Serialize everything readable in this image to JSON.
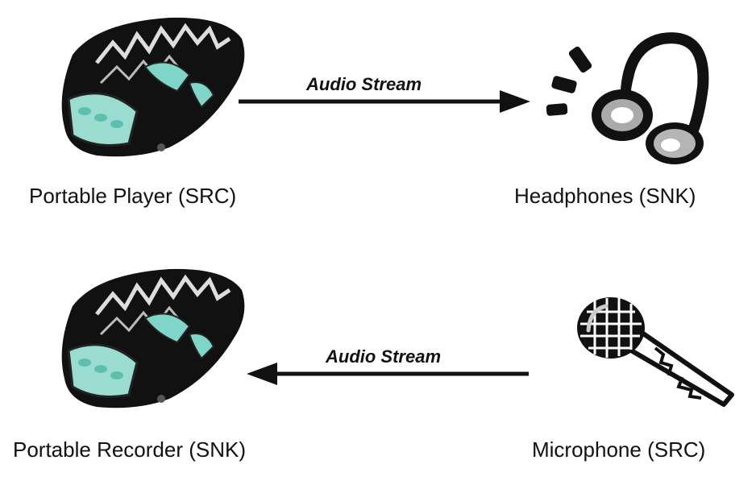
{
  "diagram": {
    "top_row": {
      "source_label": "Portable Player (SRC)",
      "sink_label": "Headphones (SNK)",
      "stream_label": "Audio Stream",
      "direction": "left-to-right"
    },
    "bottom_row": {
      "sink_label": "Portable Recorder (SNK)",
      "source_label": "Microphone (SRC)",
      "stream_label": "Audio Stream",
      "direction": "right-to-left"
    }
  },
  "icons": {
    "player": "portable-player-icon",
    "headphones": "headphones-icon",
    "recorder": "portable-recorder-icon",
    "microphone": "microphone-icon"
  },
  "colors": {
    "ink": "#111111",
    "screen": "#7fd6c8",
    "background": "#ffffff"
  }
}
